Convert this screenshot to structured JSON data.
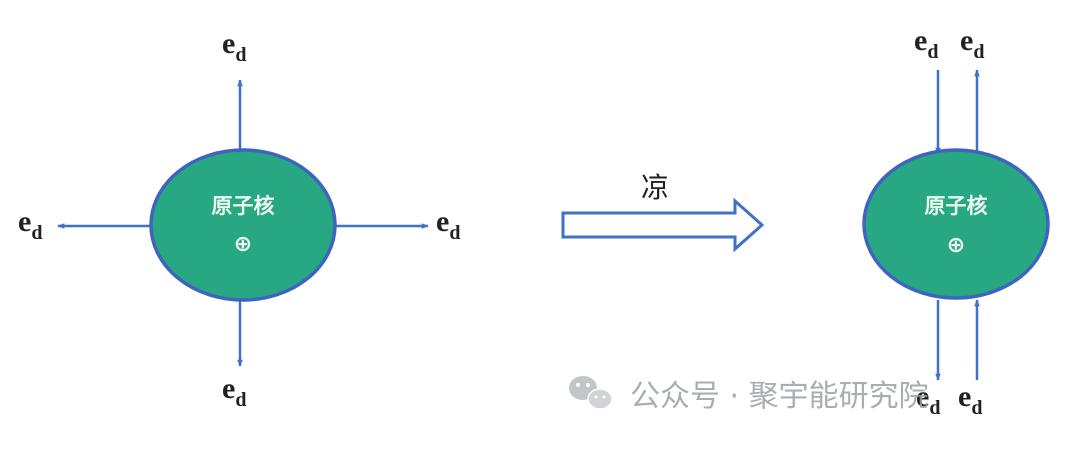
{
  "colors": {
    "arrow": "#3f72c4",
    "nucleus_fill": "#27a882",
    "nucleus_stroke": "#3e64c0",
    "process_arrow": "#3f72c4",
    "label": "#222222",
    "watermark": "#9aa0a6"
  },
  "left_atom": {
    "nucleus_label": "原子核",
    "charge_symbol": "⊕",
    "electron_main": "e",
    "electron_sub": "d"
  },
  "process": {
    "label": "凉"
  },
  "right_atom": {
    "nucleus_label": "原子核",
    "charge_symbol": "⊕",
    "electron_main": "e",
    "electron_sub": "d"
  },
  "watermark": {
    "icon": "wechat-icon",
    "text": "公众号 · 聚宇能研究院"
  }
}
